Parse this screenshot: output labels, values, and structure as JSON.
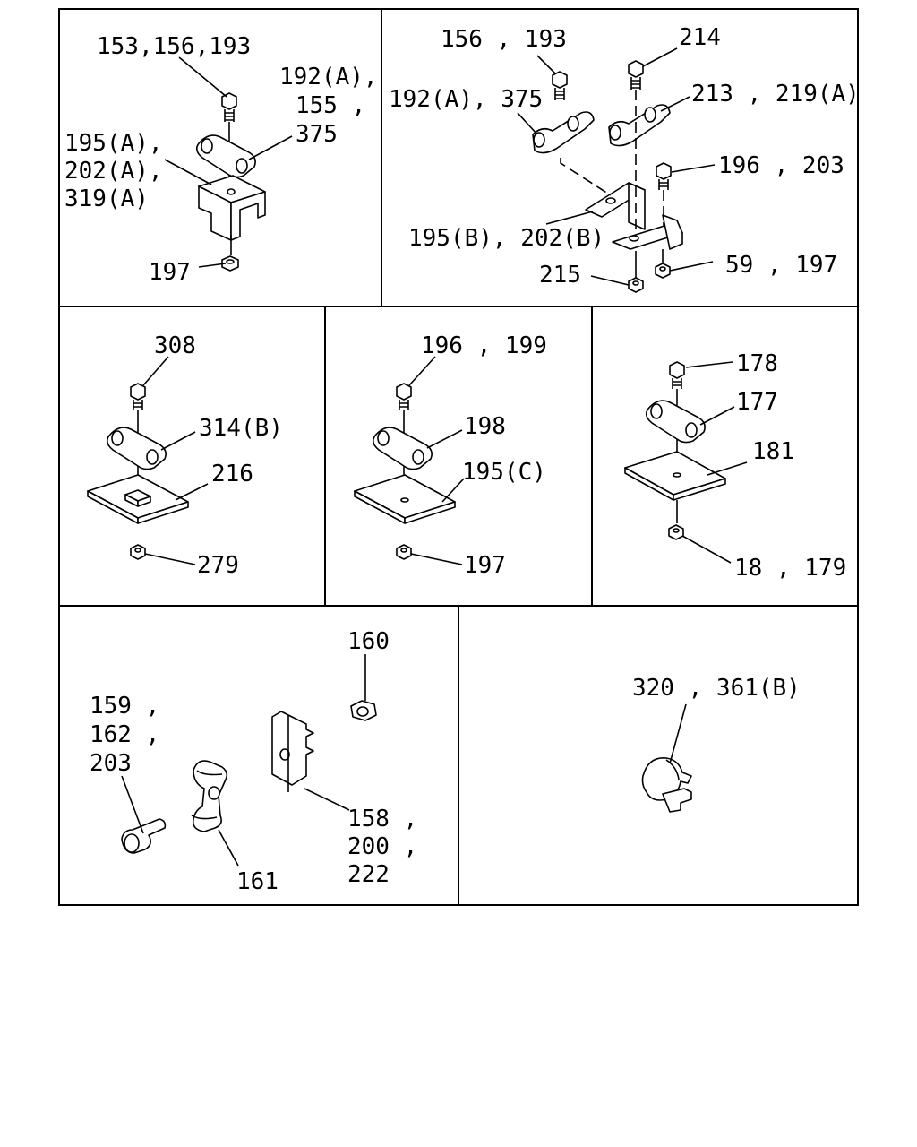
{
  "panels": [
    {
      "id": "p1",
      "callouts": [
        "153,156,193",
        "192(A),",
        "155 ,",
        "375",
        "195(A),",
        "202(A),",
        "319(A)",
        "197"
      ]
    },
    {
      "id": "p2",
      "callouts": [
        "156 , 193",
        "214",
        "192(A), 375",
        "213 , 219(A)",
        "196 , 203",
        "195(B), 202(B)",
        "59 , 197",
        "215"
      ]
    },
    {
      "id": "p3",
      "callouts": [
        "308",
        "314(B)",
        "216",
        "279"
      ]
    },
    {
      "id": "p4",
      "callouts": [
        "196 , 199",
        "198",
        "195(C)",
        "197"
      ]
    },
    {
      "id": "p5",
      "callouts": [
        "178",
        "177",
        "181",
        "18 , 179"
      ]
    },
    {
      "id": "p6",
      "callouts": [
        "160",
        "159 ,",
        "162 ,",
        "203",
        "158 ,",
        "200 ,",
        "222",
        "161"
      ]
    },
    {
      "id": "p7",
      "callouts": [
        "320 , 361(B)"
      ]
    }
  ]
}
